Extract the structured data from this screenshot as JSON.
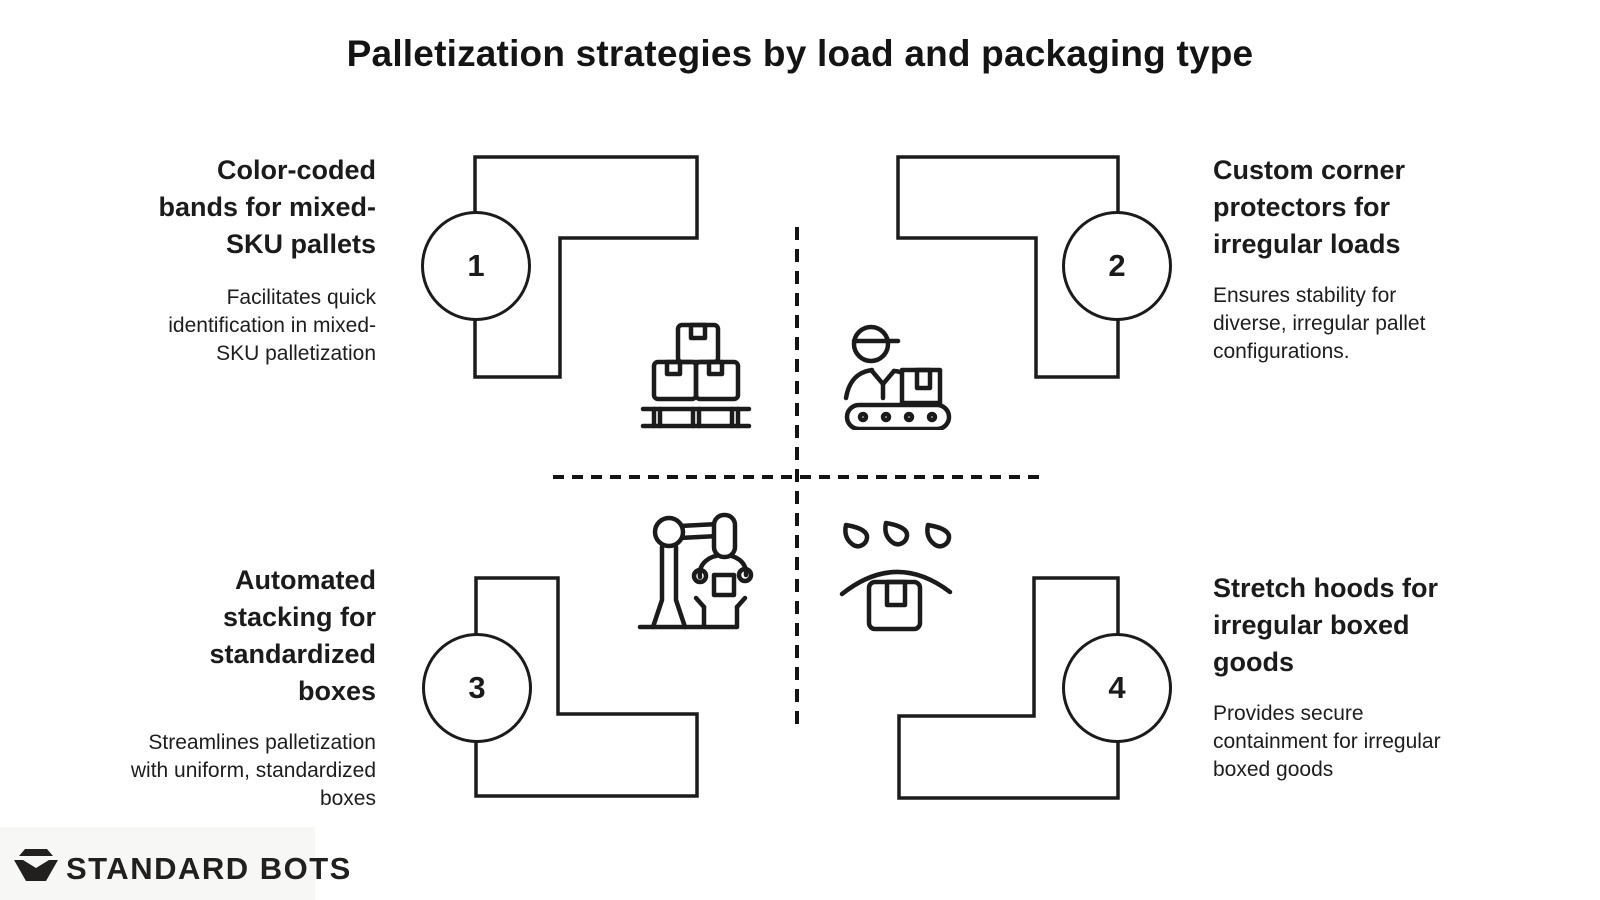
{
  "title": "Palletization strategies by load and packaging type",
  "quadrants": [
    {
      "number": "1",
      "heading": "Color-coded\nbands for mixed-\nSKU pallets",
      "description": "Facilitates quick\nidentification in mixed-\nSKU palletization",
      "icon": "boxes-on-pallet"
    },
    {
      "number": "2",
      "heading": "Custom corner\nprotectors for\nirregular loads",
      "description": "Ensures stability for\ndiverse, irregular pallet\nconfigurations.",
      "icon": "worker-conveyor"
    },
    {
      "number": "3",
      "heading": "Automated\nstacking for\nstandardized\nboxes",
      "description": "Streamlines palletization\nwith uniform, standardized\nboxes",
      "icon": "robot-arm-stacking"
    },
    {
      "number": "4",
      "heading": "Stretch hoods for\nirregular boxed\ngoods",
      "description": "Provides secure\ncontainment for irregular\nboxed goods",
      "icon": "stretch-hood-rain"
    }
  ],
  "brand": {
    "name": "STANDARD BOTS"
  },
  "colors": {
    "background": "#ffffff",
    "line": "#1b1b1b",
    "text": "#1d1d1d",
    "logo_strip": "#f7f7f5",
    "logo_mark": "#22201e"
  }
}
